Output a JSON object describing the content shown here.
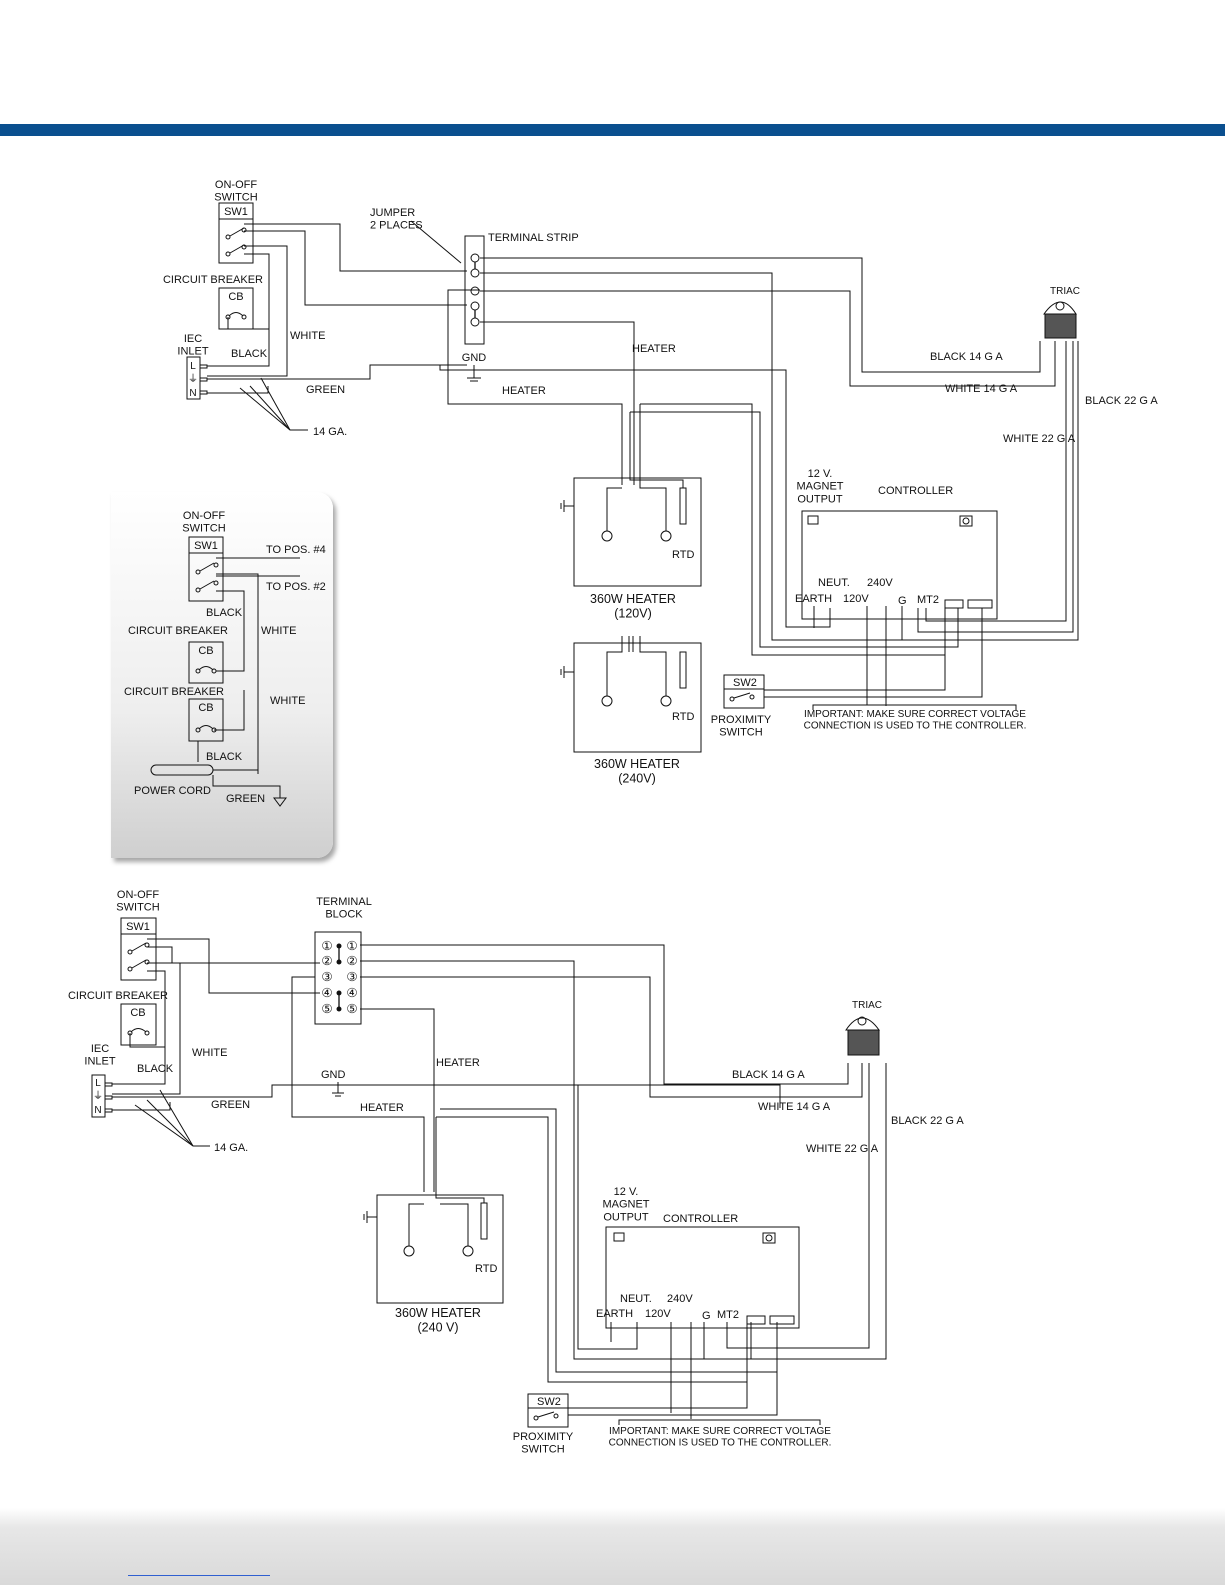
{
  "diagram_top": {
    "on_off_switch": "ON-OFF\nSWITCH",
    "sw1": "SW1",
    "circuit_breaker": "CIRCUIT BREAKER",
    "cb": "CB",
    "iec_inlet": "IEC\nINLET",
    "inlet_pins": [
      "L",
      "⏚",
      "N"
    ],
    "black": "BLACK",
    "white": "WHITE",
    "green": "GREEN",
    "gauge": "14 GA.",
    "jumper": "JUMPER\n2 PLACES",
    "terminal_strip": "TERMINAL STRIP",
    "gnd": "GND",
    "heater_a": "HEATER",
    "heater_b": "HEATER",
    "heater_120": "360W HEATER\n(120V)",
    "heater_240": "360W HEATER\n(240V)",
    "rtd": "RTD",
    "triac": "TRIAC",
    "black14": "BLACK 14 G A",
    "white14": "WHITE 14 G A",
    "black22": "BLACK 22 G A",
    "white22": "WHITE 22 G A",
    "magnet_output": "12 V.\nMAGNET\nOUTPUT",
    "controller": "CONTROLLER",
    "neut": "NEUT.",
    "v240": "240V",
    "earth": "EARTH",
    "v120": "120V",
    "g": "G",
    "mt2": "MT2",
    "sw2": "SW2",
    "proximity_switch": "PROXIMITY\nSWITCH",
    "important": "IMPORTANT: MAKE SURE CORRECT VOLTAGE\nCONNECTION IS USED TO THE CONTROLLER."
  },
  "inset": {
    "on_off_switch": "ON-OFF\nSWITCH",
    "sw1": "SW1",
    "to_pos4": "TO POS. #4",
    "to_pos2": "TO POS. #2",
    "black1": "BLACK",
    "white1": "WHITE",
    "circuit_breaker1": "CIRCUIT BREAKER",
    "cb1": "CB",
    "circuit_breaker2": "CIRCUIT BREAKER",
    "cb2": "CB",
    "white2": "WHITE",
    "black2": "BLACK",
    "power_cord": "POWER CORD",
    "green": "GREEN"
  },
  "diagram_bottom": {
    "on_off_switch": "ON-OFF\nSWITCH",
    "sw1": "SW1",
    "circuit_breaker": "CIRCUIT BREAKER",
    "cb": "CB",
    "iec_inlet": "IEC\nINLET",
    "inlet_pins": [
      "L",
      "⏚",
      "N"
    ],
    "black": "BLACK",
    "white": "WHITE",
    "green": "GREEN",
    "gauge": "14 GA.",
    "terminal_block": "TERMINAL\nBLOCK",
    "block_numbers": [
      "①",
      "②",
      "③",
      "④",
      "⑤"
    ],
    "gnd": "GND",
    "heater_a": "HEATER",
    "heater_b": "HEATER",
    "heater_240": "360W HEATER\n(240 V)",
    "rtd": "RTD",
    "triac": "TRIAC",
    "black14": "BLACK 14 G A",
    "white14": "WHITE 14 G A",
    "black22": "BLACK 22 G A",
    "white22": "WHITE 22 G A",
    "magnet_output": "12 V.\nMAGNET\nOUTPUT",
    "controller": "CONTROLLER",
    "neut": "NEUT.",
    "v240": "240V",
    "earth": "EARTH",
    "v120": "120V",
    "g": "G",
    "mt2": "MT2",
    "sw2": "SW2",
    "proximity_switch": "PROXIMITY\nSWITCH",
    "important": "IMPORTANT: MAKE SURE CORRECT VOLTAGE\nCONNECTION IS USED TO THE CONTROLLER."
  },
  "colors": {
    "top_band": "#0a4f8f",
    "wire": "#111111",
    "footer_link": "#2f5fd0"
  }
}
